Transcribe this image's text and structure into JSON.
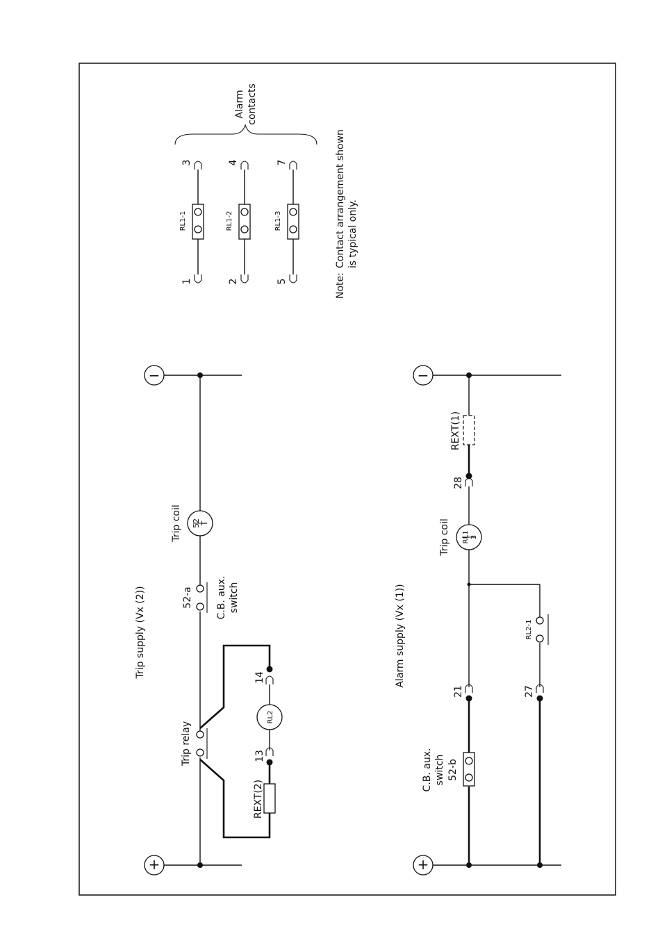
{
  "trip": {
    "title": "Trip supply (Vx (2))",
    "trip_relay": "Trip relay",
    "trip_coil": "Trip coil",
    "coil_top": "52",
    "coil_bottom": "T",
    "cb_contact": "52-a",
    "cb_aux_1": "C.B. aux.",
    "cb_aux_2": "switch",
    "rl2": "RL2",
    "t13": "13",
    "t14": "14",
    "rext": "REXT(2)",
    "plus": "+",
    "minus": "−"
  },
  "alarm": {
    "title": "Alarm supply (Vx (1))",
    "trip_coil": "Trip coil",
    "coil_top": "RL1",
    "coil_bottom": "3",
    "t21": "21",
    "t27": "27",
    "t28": "28",
    "rext": "REXT(1)",
    "rl21": "RL2-1",
    "cb_aux_1": "C.B. aux.",
    "cb_aux_2": "switch",
    "cb_contact": "52-b",
    "plus": "+",
    "minus": "−"
  },
  "contacts": {
    "group_label_1": "Alarm",
    "group_label_2": "contacts",
    "rows": [
      {
        "label": "RL1-1",
        "left": "1",
        "right": "3"
      },
      {
        "label": "RL1-2",
        "left": "2",
        "right": "4"
      },
      {
        "label": "RL1-3",
        "left": "5",
        "right": "7"
      }
    ],
    "note_key": "Note:",
    "note_1": "Contact arrangement shown",
    "note_2": "is typical only."
  }
}
